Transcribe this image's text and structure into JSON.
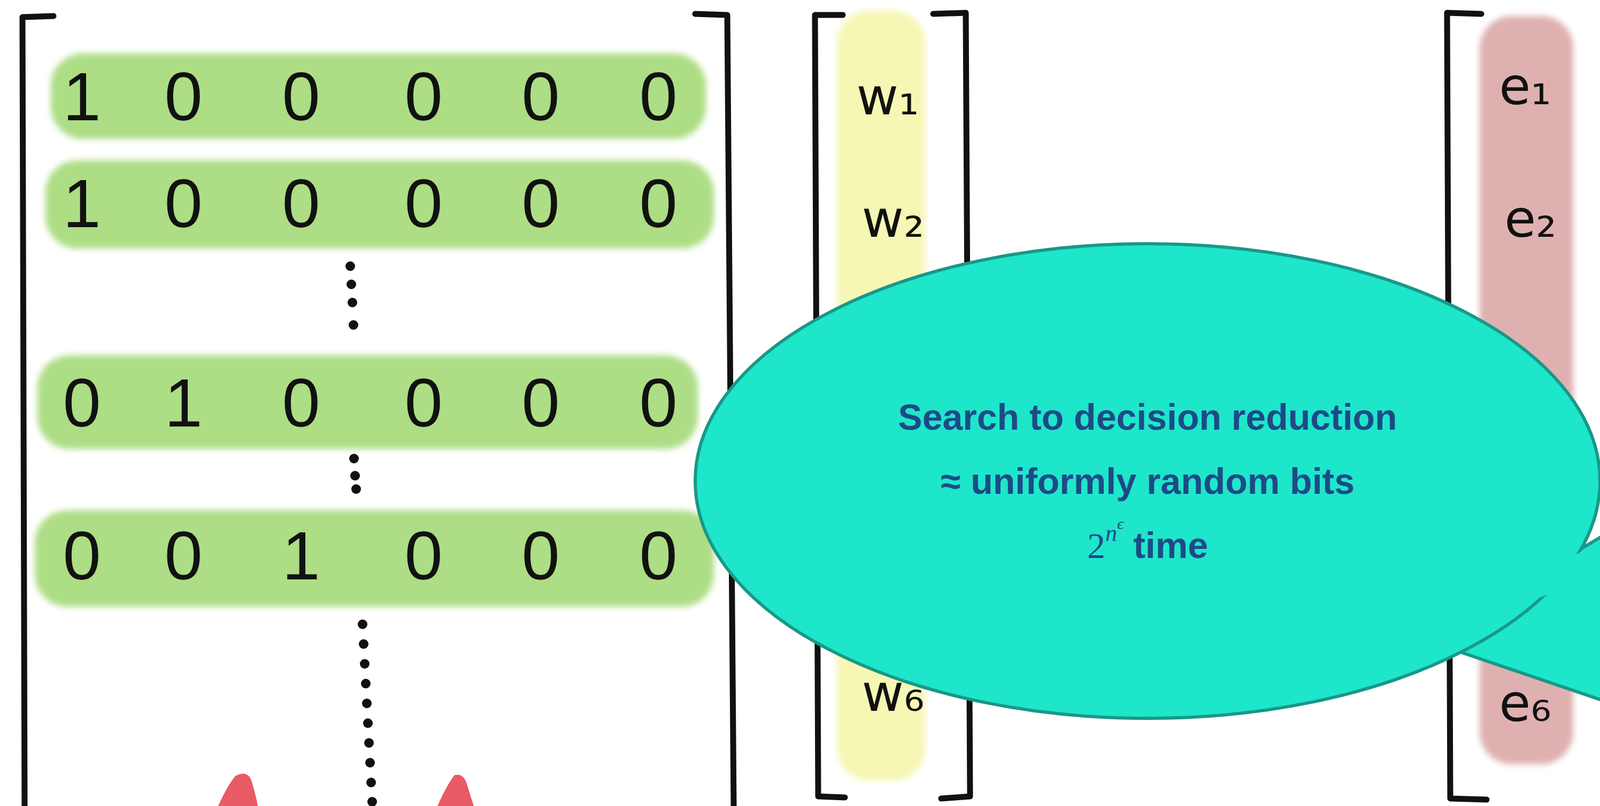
{
  "diagram": {
    "nodes": [
      {
        "text": [
          "Search to decision reduction",
          "≈ uniformly random bits",
          "2",
          "n",
          "ϵ",
          "time"
        ]
      }
    ],
    "labels": [
      "1",
      "0",
      "0",
      "0",
      "0",
      "0",
      "1",
      "0",
      "0",
      "0",
      "0",
      "0",
      "0",
      "1",
      "0",
      "0",
      "0",
      "0",
      "0",
      "0",
      "1",
      "0",
      "0",
      "0",
      "w₁",
      "w₂",
      "w₆",
      "e₁",
      "e₂",
      "e₆"
    ]
  }
}
